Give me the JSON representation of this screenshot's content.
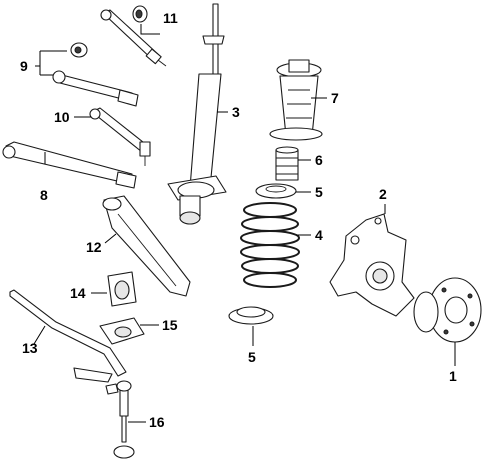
{
  "callouts": [
    {
      "id": "c1",
      "label": "1"
    },
    {
      "id": "c2",
      "label": "2"
    },
    {
      "id": "c3",
      "label": "3"
    },
    {
      "id": "c4",
      "label": "4"
    },
    {
      "id": "c5a",
      "label": "5"
    },
    {
      "id": "c5b",
      "label": "5"
    },
    {
      "id": "c6",
      "label": "6"
    },
    {
      "id": "c7",
      "label": "7"
    },
    {
      "id": "c8",
      "label": "8"
    },
    {
      "id": "c9",
      "label": "9"
    },
    {
      "id": "c10",
      "label": "10"
    },
    {
      "id": "c11",
      "label": "11"
    },
    {
      "id": "c12",
      "label": "12"
    },
    {
      "id": "c13",
      "label": "13"
    },
    {
      "id": "c14",
      "label": "14"
    },
    {
      "id": "c15",
      "label": "15"
    },
    {
      "id": "c16",
      "label": "16"
    }
  ],
  "colors": {
    "line": "#1a1a1a",
    "background": "#ffffff"
  }
}
